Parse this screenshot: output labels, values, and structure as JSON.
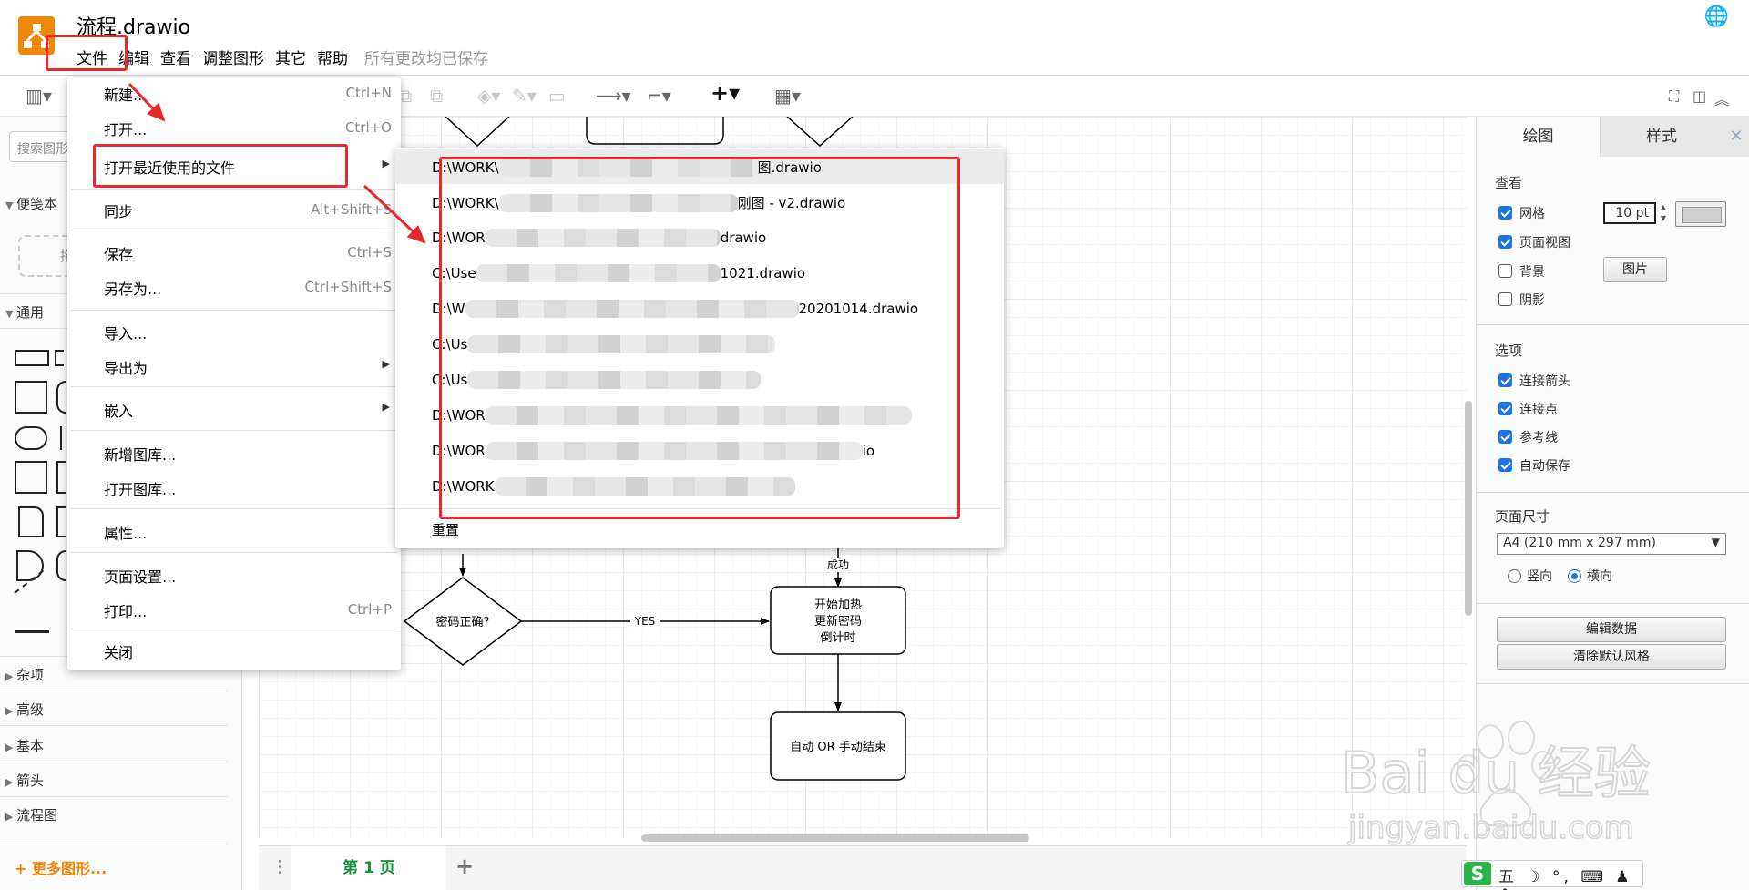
{
  "app": {
    "title": "流程.drawio",
    "save_status": "所有更改均已保存",
    "menus": [
      "文件",
      "编辑",
      "查看",
      "调整图形",
      "其它",
      "帮助"
    ]
  },
  "toolbar": {
    "icons": [
      "format-panel-icon",
      "to-front-icon",
      "to-back-icon",
      "fill-color-icon",
      "line-color-icon",
      "shadow-icon",
      "connection-icon",
      "waypoints-icon",
      "insert-plus-icon",
      "table-icon",
      "fit-icon",
      "panel-toggle-icon",
      "collapse-icon"
    ]
  },
  "left_panel": {
    "search_placeholder": "搜索图形",
    "scratchpad": "便笺本",
    "scratch_hint": "拖",
    "general": "通用",
    "sections": [
      "杂项",
      "高级",
      "基本",
      "箭头",
      "流程图"
    ],
    "more_shapes": "+ 更多图形..."
  },
  "file_menu": {
    "items": [
      {
        "label": "新建...",
        "shortcut": "Ctrl+N"
      },
      {
        "label": "打开...",
        "shortcut": "Ctrl+O"
      },
      {
        "label": "打开最近使用的文件",
        "shortcut": ""
      },
      {
        "label": "同步",
        "shortcut": "Alt+Shift+S"
      },
      {
        "label": "保存",
        "shortcut": "Ctrl+S"
      },
      {
        "label": "另存为...",
        "shortcut": "Ctrl+Shift+S"
      },
      {
        "label": "导入...",
        "shortcut": ""
      },
      {
        "label": "导出为",
        "shortcut": ""
      },
      {
        "label": "嵌入",
        "shortcut": ""
      },
      {
        "label": "新增图库...",
        "shortcut": ""
      },
      {
        "label": "打开图库...",
        "shortcut": ""
      },
      {
        "label": "属性...",
        "shortcut": ""
      },
      {
        "label": "页面设置...",
        "shortcut": ""
      },
      {
        "label": "打印...",
        "shortcut": "Ctrl+P"
      },
      {
        "label": "关闭",
        "shortcut": ""
      }
    ]
  },
  "recent_files": {
    "items": [
      {
        "prefix": "D:\\WORK\\",
        "suffix": "图.drawio"
      },
      {
        "prefix": "D:\\WORK\\",
        "suffix": "刚图 - v2.drawio"
      },
      {
        "prefix": "D:\\WOR",
        "suffix": "drawio"
      },
      {
        "prefix": "C:\\Use",
        "suffix": "1021.drawio"
      },
      {
        "prefix": "D:\\W",
        "suffix": "20201014.drawio"
      },
      {
        "prefix": "C:\\Us",
        "suffix": ""
      },
      {
        "prefix": "C:\\Us",
        "suffix": ""
      },
      {
        "prefix": "D:\\WOR",
        "suffix": ""
      },
      {
        "prefix": "D:\\WOR",
        "suffix": "io"
      },
      {
        "prefix": "D:\\WORK",
        "suffix": ""
      }
    ],
    "reset": "重置"
  },
  "diagram": {
    "decision": "密码正确?",
    "yes_label": "YES",
    "success_label": "成功",
    "heat_box": [
      "开始加热",
      "更新密码",
      "倒计时"
    ],
    "end_box": "自动 OR 手动结束"
  },
  "page_bar": {
    "tab": "第 1 页",
    "menu_icon": "⋮",
    "add_icon": "+"
  },
  "right_panel": {
    "tabs": [
      "绘图",
      "样式"
    ],
    "close": "✕",
    "view_heading": "查看",
    "grid": {
      "label": "网格",
      "checked": true,
      "size": "10 pt"
    },
    "page_view": {
      "label": "页面视图",
      "checked": true
    },
    "background": {
      "label": "背景",
      "checked": false,
      "button": "图片"
    },
    "shadow": {
      "label": "阴影",
      "checked": false
    },
    "options_heading": "选项",
    "options": [
      {
        "label": "连接箭头",
        "checked": true
      },
      {
        "label": "连接点",
        "checked": true
      },
      {
        "label": "参考线",
        "checked": true
      },
      {
        "label": "自动保存",
        "checked": true
      }
    ],
    "page_size_heading": "页面尺寸",
    "page_size": "A4 (210 mm x 297 mm)",
    "orientation": [
      {
        "label": "竖向",
        "selected": false
      },
      {
        "label": "横向",
        "selected": true
      }
    ],
    "edit_data": "编辑数据",
    "clear_style": "清除默认风格"
  },
  "ime": {
    "logo": "S",
    "label": "五"
  },
  "watermark": {
    "brand": "Bai du 经验",
    "url": "jingyan.baidu.com"
  },
  "colors": {
    "accent": "#f08705",
    "highlight_red": "#e8282b",
    "page_tab_green": "#1a8f3a"
  }
}
